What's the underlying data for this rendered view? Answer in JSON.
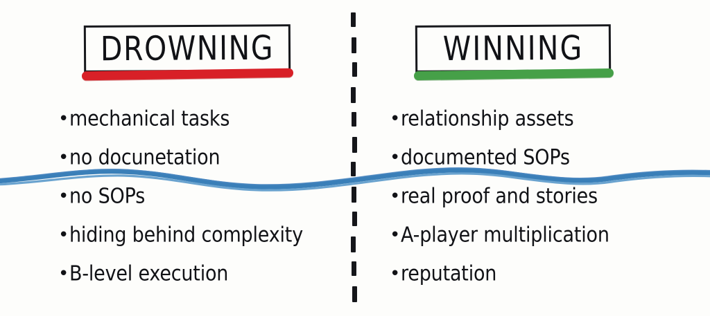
{
  "slide": {
    "background_color": "#fdfdfb",
    "layout": "two-column-comparison",
    "divider": {
      "name": "vertical-dashed-divider",
      "style": "dashed",
      "color": "#15161a"
    },
    "wave": {
      "name": "blue-wave-overlay",
      "color_primary": "#3a7fb8",
      "color_secondary": "#6aa3cf"
    }
  },
  "left": {
    "heading": "DROWNING",
    "accent_color": "#d82027",
    "bullet_glyph": "•",
    "items": [
      "mechanical tasks",
      "no docunetation",
      "no SOPs",
      "hiding behind complexity",
      "B-level execution"
    ]
  },
  "right": {
    "heading": "WINNING",
    "accent_color": "#46a048",
    "bullet_glyph": "•",
    "items": [
      "relationship assets",
      "documented SOPs",
      "real proof and stories",
      "A-player multiplication",
      "reputation"
    ]
  }
}
